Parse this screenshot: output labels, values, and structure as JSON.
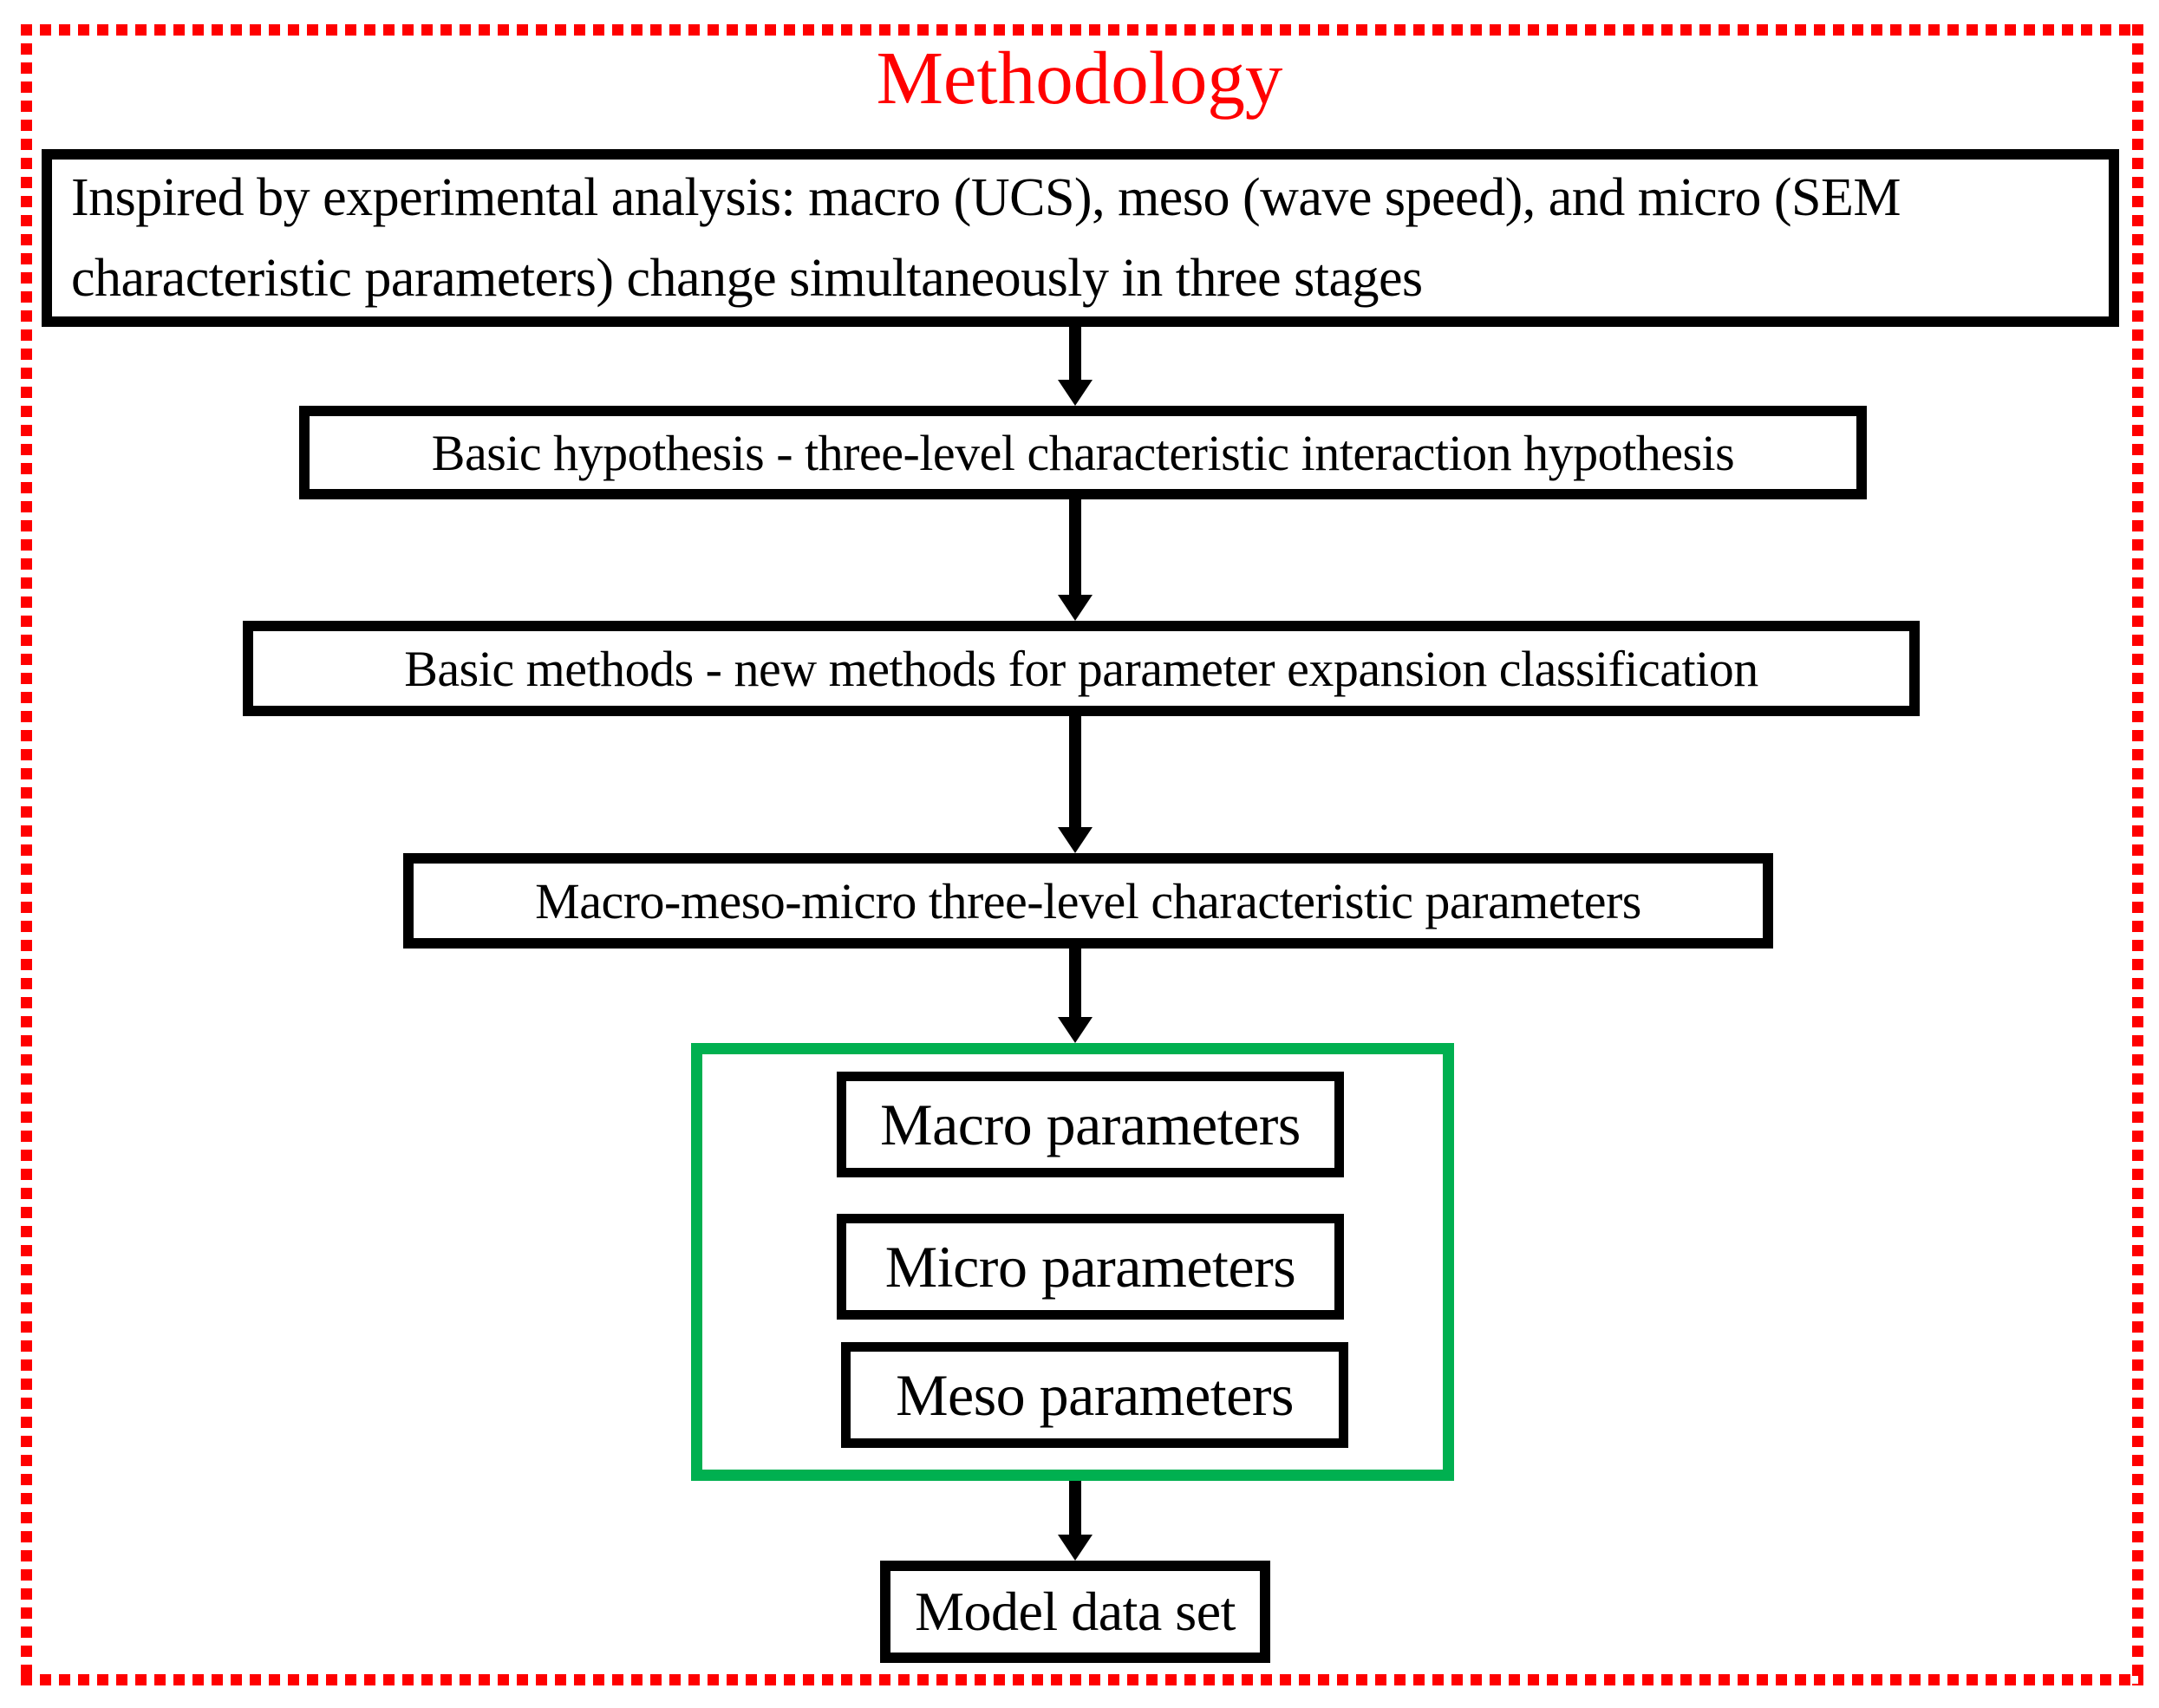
{
  "title": "Methodology",
  "colors": {
    "accent_red": "#FF0000",
    "group_green": "#00B050",
    "box_border_black": "#000000"
  },
  "flow": {
    "intro": {
      "line1": "Inspired by experimental analysis: macro (UCS), meso (wave speed), and micro (SEM",
      "line2": "characteristic parameters) change simultaneously in three stages"
    },
    "hypothesis": "Basic hypothesis - three-level characteristic interaction hypothesis",
    "methods": "Basic methods - new methods for parameter expansion classification",
    "parameters": "Macro-meso-micro three-level characteristic parameters",
    "parameter_group": [
      "Macro parameters",
      "Micro parameters",
      "Meso parameters"
    ],
    "output": "Model data set"
  }
}
